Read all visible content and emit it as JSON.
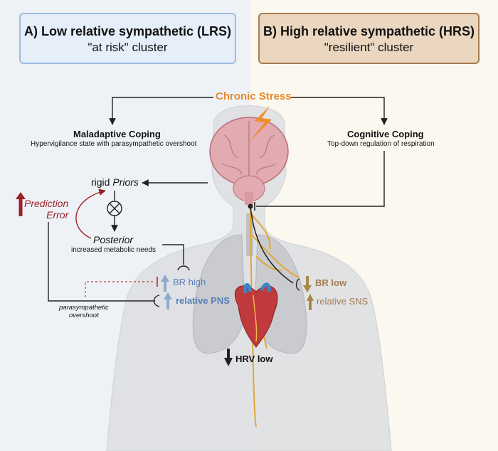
{
  "panel_a": {
    "title": "A) Low relative sympathetic (LRS)",
    "subtitle": "\"at risk\" cluster"
  },
  "panel_b": {
    "title": "B) High relative sympathetic (HRS)",
    "subtitle": "\"resilient\" cluster"
  },
  "chronic_stress": "Chronic Stress",
  "maladaptive": {
    "title": "Maladaptive Coping",
    "desc": "Hypervigilance state with parasympathetic overshoot"
  },
  "cognitive": {
    "title": "Cognitive Coping",
    "desc": "Top-down regulation of respiration"
  },
  "rigid_priors": {
    "prefix": "rigid ",
    "word": "Priors"
  },
  "prediction_error": {
    "line1": "Prediction",
    "line2": "Error"
  },
  "posterior": {
    "title": "Posterior",
    "desc": "increased metabolic needs"
  },
  "br_high": "BR high",
  "relative_pns": "relative PNS",
  "overshoot": {
    "line1": "parasympathetic",
    "line2": "overshoot"
  },
  "br_low": "BR low",
  "relative_sns": "relative SNS",
  "hrv_low": "HRV low",
  "colors": {
    "stress_orange": "#e8892a",
    "lrs_blue": "#5a7fb8",
    "hrs_brown": "#a67c52",
    "prediction_red": "#9b2226",
    "arrow_black": "#222222",
    "body_grey": "#dcdde0"
  },
  "icons": [
    "lightning-bolt-icon",
    "brain-icon",
    "lungs-icon",
    "heart-icon",
    "up-arrow-icon",
    "down-arrow-icon",
    "multiply-circle-icon"
  ]
}
